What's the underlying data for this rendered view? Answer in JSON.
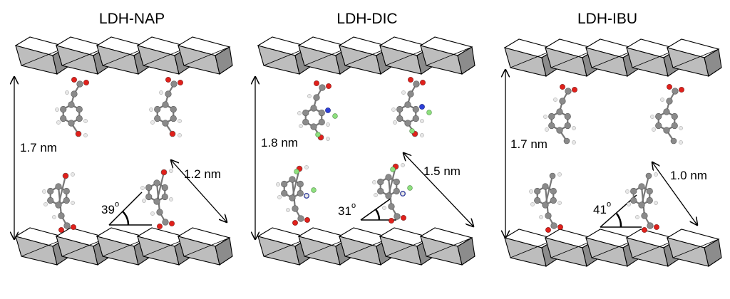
{
  "panels": [
    {
      "title": "LDH-NAP",
      "interlayer": "1.7 nm",
      "molecule_length": "1.2 nm",
      "tilt_angle": "39",
      "angle_unit": "o"
    },
    {
      "title": "LDH-DIC",
      "interlayer": "1.8 nm",
      "molecule_length": "1.5 nm",
      "tilt_angle": "31",
      "angle_unit": "o"
    },
    {
      "title": "LDH-IBU",
      "interlayer": "1.7 nm",
      "molecule_length": "1.0 nm",
      "tilt_angle": "41",
      "angle_unit": "o"
    }
  ],
  "colors": {
    "carbon": "#8a8a8a",
    "hydrogen": "#e8e8e8",
    "oxygen": "#e0201b",
    "nitrogen": "#2d3fd6",
    "fluorine": "#8ee07e",
    "octahedron_face": "#bdbdbd",
    "octahedron_dark": "#8c8c8c"
  }
}
